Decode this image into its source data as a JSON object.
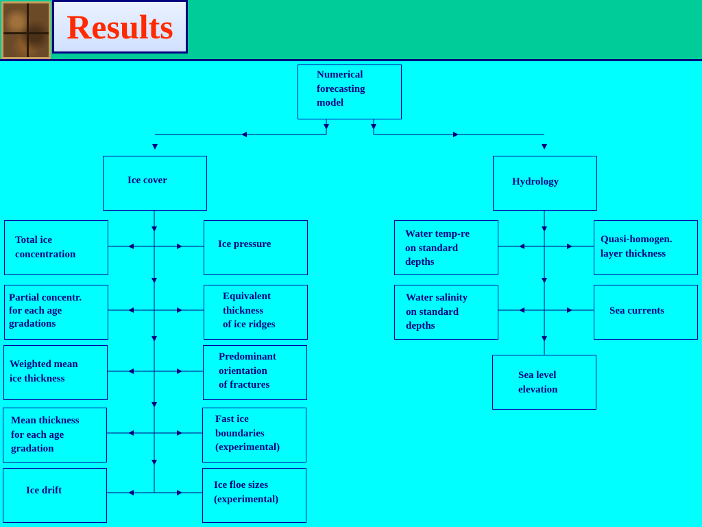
{
  "header": {
    "title": "Results",
    "logo_icon": "textured-photo-logo",
    "bar_color": "#00cc99",
    "background_color": "#00ffff",
    "title_color": "#ff2a00"
  },
  "diagram": {
    "root": "Numerical\nforecasting\nmodel",
    "ice_cover": {
      "title": "Ice cover",
      "left": [
        "Total ice\nconcentration",
        "Partial concentr.\nfor each age\ngradations",
        "Weighted mean\nice thickness",
        "Mean thickness\nfor each age\ngradation",
        "Ice drift"
      ],
      "right": [
        "Ice pressure",
        "Equivalent\nthickness\nof ice ridges",
        "Predominant\norientation\nof fractures",
        "Fast ice\nboundaries\n(experimental)",
        "Ice floe sizes\n(experimental)"
      ]
    },
    "hydrology": {
      "title": "Hydrology",
      "left": [
        "Water temp-re\non standard\ndepths",
        "Water salinity\non standard\ndepths"
      ],
      "right": [
        "Quasi-homogen.\nlayer thickness",
        "Sea currents"
      ],
      "bottom": "Sea level\nelevation"
    }
  }
}
